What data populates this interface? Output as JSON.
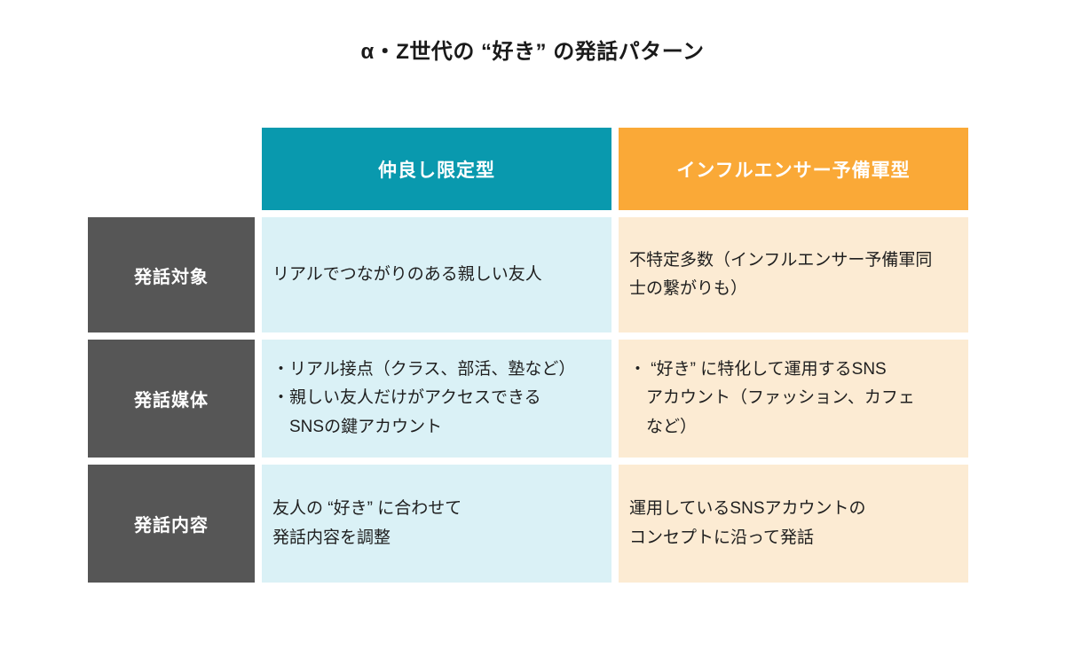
{
  "title": "α・Z世代の “好き” の発話パターン",
  "colors": {
    "teal_header": "#0999ae",
    "orange_header": "#faa937",
    "row_header_gray": "#565656",
    "teal_cell": "#daf1f6",
    "peach_cell": "#fcebd3",
    "text": "#1f1f1f",
    "header_text": "#ffffff"
  },
  "table": {
    "column_headers": [
      {
        "label": "仲良し限定型",
        "color": "#0999ae"
      },
      {
        "label": "インフルエンサー予備軍型",
        "color": "#faa937"
      }
    ],
    "rows": [
      {
        "header": "発話対象",
        "cells": [
          "リアルでつながりのある親しい友人",
          "不特定多数（インフルエンサー予備軍同\n士の繋がりも）"
        ]
      },
      {
        "header": "発話媒体",
        "cells": [
          "・リアル接点（クラス、部活、塾など）\n・親しい友人だけがアクセスできる\n　SNSの鍵アカウント",
          "・ “好き” に特化して運用するSNS\n　アカウント（ファッション、カフェ\n　など）"
        ]
      },
      {
        "header": "発話内容",
        "cells": [
          "友人の “好き” に合わせて\n発話内容を調整",
          "運用しているSNSアカウントの\nコンセプトに沿って発話"
        ]
      }
    ]
  }
}
